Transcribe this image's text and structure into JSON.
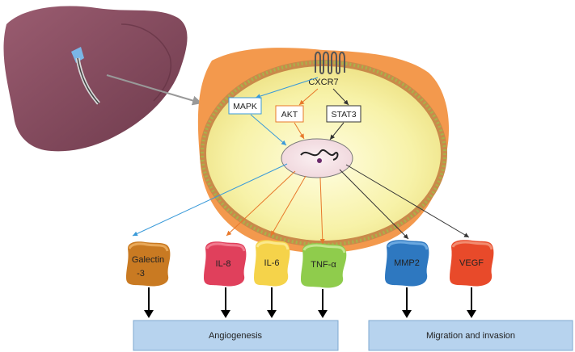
{
  "receptor": {
    "label": "CXCR7"
  },
  "pathways": {
    "mapk": "MAPK",
    "akt": "AKT",
    "stat3": "STAT3"
  },
  "factors": {
    "galectin_line1": "Galectin",
    "galectin_line2": "-3",
    "il8": "IL-8",
    "il6": "IL-6",
    "tnfa": "TNF-α",
    "mmp2": "MMP2",
    "vegf": "VEGF"
  },
  "outcomes": {
    "angiogenesis": "Angiogenesis",
    "migration": "Migration and invasion"
  },
  "colors": {
    "mapk": "#3a9ad9",
    "akt": "#e8782a",
    "stat3": "#333333",
    "membrane_outer": "#f08a3a",
    "cytoplasm": "#f6f1a6",
    "galectin": "#d9892a",
    "il8": "#e0405c",
    "il6": "#f5d34a",
    "tnfa": "#8fcc4c",
    "mmp2": "#2e78c0",
    "vegf": "#e84a2a",
    "outcome_box": "#b7d3ee",
    "liver": "#8a4f62"
  }
}
